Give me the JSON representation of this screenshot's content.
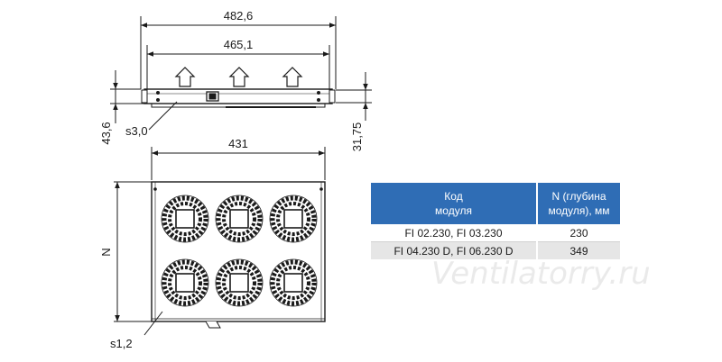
{
  "dimensions": {
    "overall_width": "482,6",
    "inner_width": "465,1",
    "height": "43,6",
    "thickness_top": "s3,0",
    "side_height": "31,75",
    "body_width": "431",
    "depth": "N",
    "thickness_bottom": "s1,2"
  },
  "table": {
    "headers": [
      "Код\nмодуля",
      "N (глубина\nмодуля), мм"
    ],
    "rows": [
      {
        "code": "FI 02.230, FI 03.230",
        "depth": "230"
      },
      {
        "code": "FI 04.230 D, FI 06.230 D",
        "depth": "349"
      }
    ]
  },
  "watermark": "Ventilatorry.ru",
  "colors": {
    "table_header": "#2f6db5",
    "row_alt": "#e6e6e6",
    "line": "#1a1a1a"
  }
}
